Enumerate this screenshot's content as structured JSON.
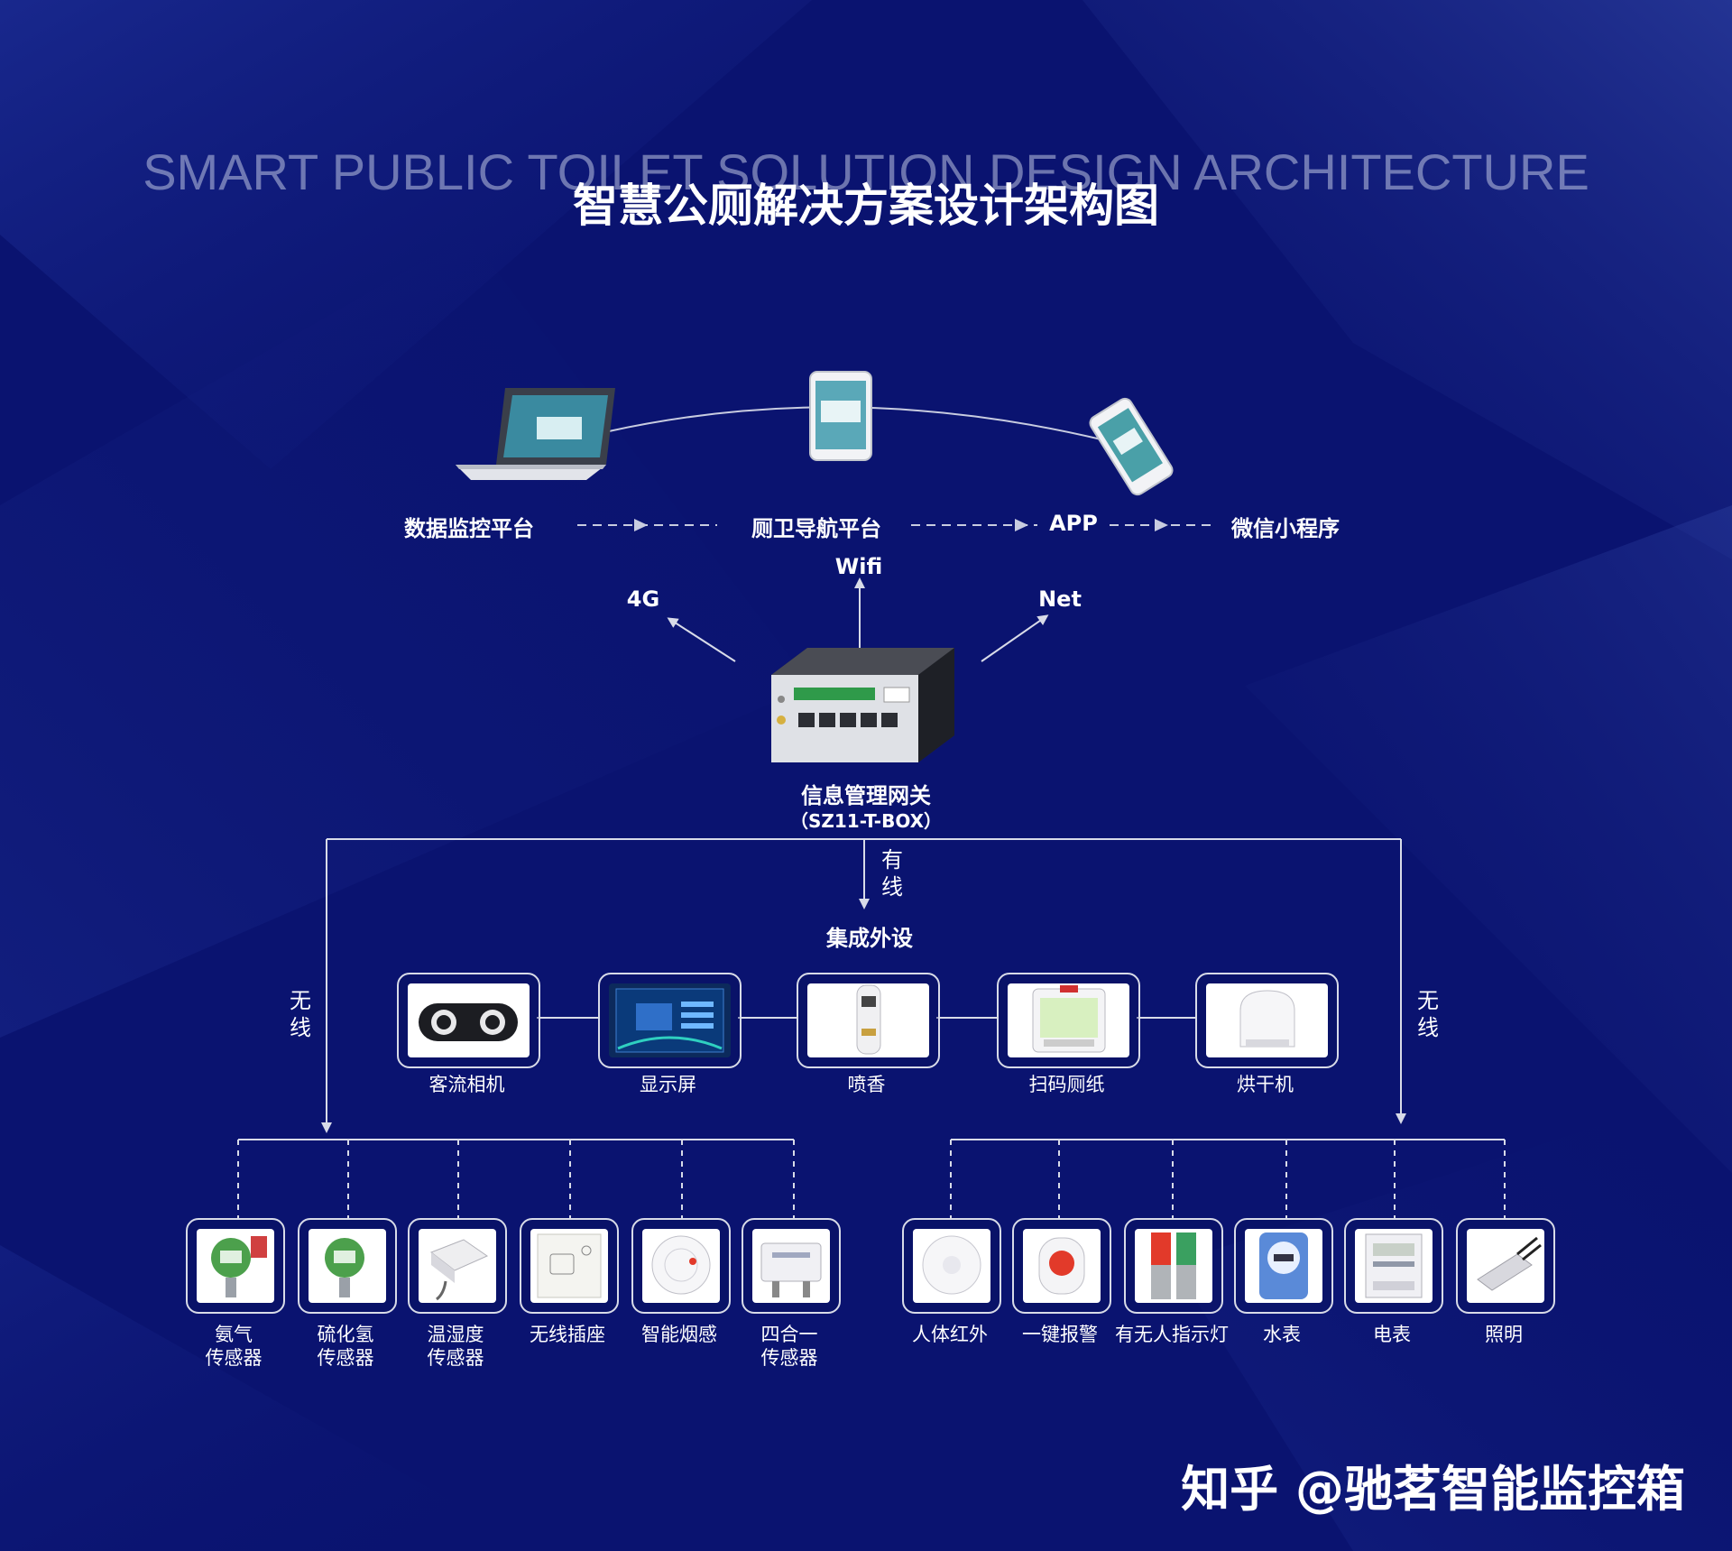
{
  "header": {
    "subtitle_en": "SMART PUBLIC TOILET SOLUTION DESIGN ARCHITECTURE",
    "title": "智慧公厕解决方案设计架构图"
  },
  "platforms": {
    "monitor": "数据监控平台",
    "navigation": "厕卫导航平台",
    "app": "APP",
    "wechat": "微信小程序"
  },
  "network": {
    "g4": "4G",
    "wifi": "Wifi",
    "net": "Net"
  },
  "gateway": {
    "name": "信息管理网关",
    "model": "（SZ11-T-BOX）"
  },
  "links": {
    "wired": "有线",
    "wireless_left": "无线",
    "wireless_right": "无线"
  },
  "peripherals": {
    "title": "集成外设",
    "items": [
      "客流相机",
      "显示屏",
      "喷香",
      "扫码厕纸",
      "烘干机"
    ]
  },
  "left_devices": [
    "氨气\n传感器",
    "硫化氢\n传感器",
    "温湿度\n传感器",
    "无线插座",
    "智能烟感",
    "四合一\n传感器"
  ],
  "right_devices": [
    "人体红外",
    "一键报警",
    "有无人指示灯",
    "水表",
    "电表",
    "照明"
  ],
  "watermark": "知乎 @驰茗智能监控箱",
  "colors": {
    "background": "#0a1370",
    "line": "#d8dbe8",
    "accent_red": "#e23a2a",
    "accent_green": "#3aa060"
  }
}
